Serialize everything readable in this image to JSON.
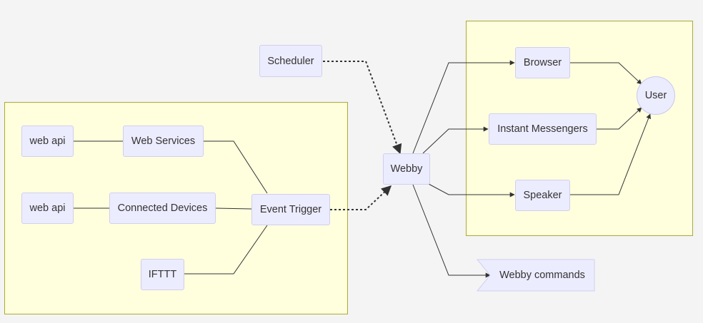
{
  "diagram": {
    "nodes": {
      "scheduler": "Scheduler",
      "webapi1": "web api",
      "webservices": "Web Services",
      "webapi2": "web api",
      "connected": "Connected Devices",
      "eventtrigger": "Event Trigger",
      "ifttt": "IFTTT",
      "webby": "Webby",
      "browser": "Browser",
      "messengers": "Instant Messengers",
      "speaker": "Speaker",
      "user": "User",
      "commands": "Webby commands"
    },
    "colors": {
      "node_fill": "#ececff",
      "node_border": "#cfcff0",
      "cluster_fill": "#ffffde",
      "cluster_border": "#aaaa33",
      "edge": "#333333",
      "background": "#f4f4f4"
    }
  }
}
